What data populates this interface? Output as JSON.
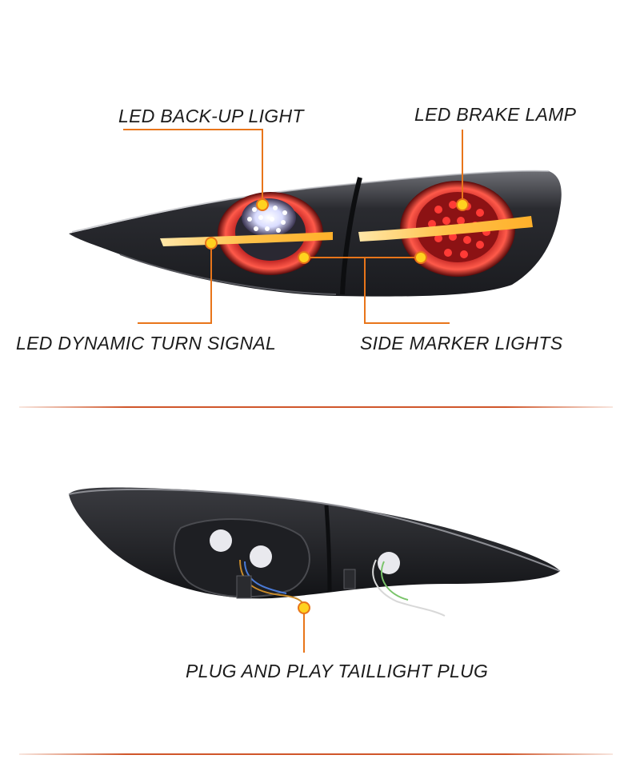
{
  "top_product": {
    "callouts": {
      "backup_light": "LED BACK-UP LIGHT",
      "brake_lamp": "LED BRAKE LAMP",
      "turn_signal": "LED DYNAMIC TURN SIGNAL",
      "side_marker": "SIDE MARKER LIGHTS"
    }
  },
  "bottom_product": {
    "callouts": {
      "plug": "PLUG AND PLAY TAILLIGHT PLUG"
    }
  },
  "colors": {
    "callout_line": "#e8751a",
    "callout_dot_fill": "#ffd21f",
    "callout_dot_ring": "#e8751a",
    "divider": "#d0562a",
    "housing": "#2b2d31",
    "ring_glow": "#e0342c",
    "turn_amber": "#ffc24a"
  }
}
